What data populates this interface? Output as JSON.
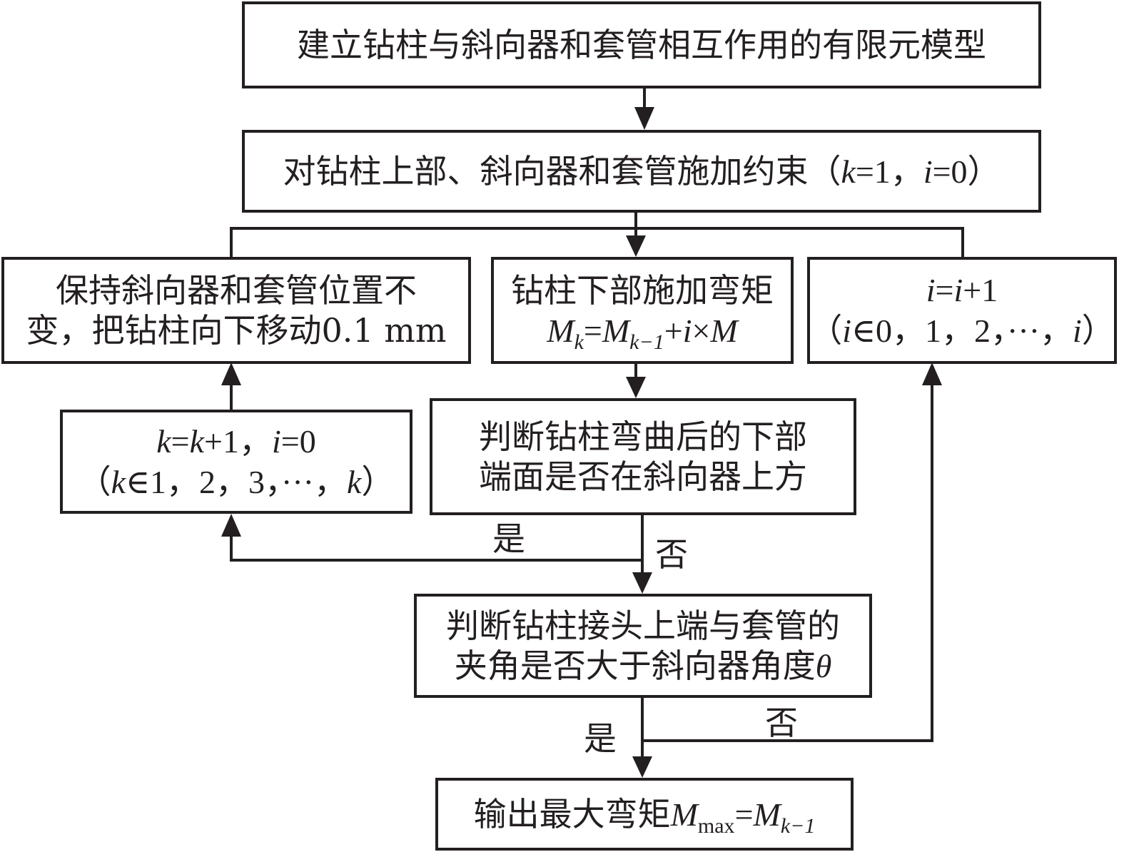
{
  "diagram": {
    "type": "flowchart",
    "nodes": {
      "build_model": {
        "text": "建立钻柱与斜向器和套管相互作用的有限元模型"
      },
      "apply_constraints": {
        "text": "对钻柱上部、斜向器和套管施加约束",
        "paren_open": "（",
        "k_var": "k",
        "k_eq": "=1，",
        "i_var": "i",
        "i_eq": "=0",
        "paren_close": "）"
      },
      "move_down": {
        "line1": "保持斜向器和套管位置不",
        "line2": "变，把钻柱向下移动0.1 mm"
      },
      "apply_moment": {
        "line1": "钻柱下部施加弯矩",
        "M": "M",
        "sub_k": "k",
        "eq": "=",
        "sub_k1": "k−1",
        "plus": "+",
        "i": "i",
        "times": "×"
      },
      "increment_i": {
        "line1_a": "i",
        "line1_b": "=",
        "line1_c": "i",
        "line1_d": "+1",
        "line2_open": "（",
        "line2_i": "i",
        "line2_mid": "∈0，1，2，···，",
        "line2_i2": "i",
        "line2_close": "）"
      },
      "increment_k": {
        "line1_k": "k",
        "line1_a": "=",
        "line1_k2": "k",
        "line1_b": "+1，",
        "line1_i": "i",
        "line1_c": "=0",
        "line2_open": "（",
        "line2_k": "k",
        "line2_mid": "∈1，2，3，···，",
        "line2_k2": "k",
        "line2_close": "）"
      },
      "check_above": {
        "line1": "判断钻柱弯曲后的下部",
        "line2": "端面是否在斜向器上方"
      },
      "check_angle": {
        "line1": "判断钻柱接头上端与套管的",
        "line2": "夹角是否大于斜向器角度",
        "theta": "θ"
      },
      "output": {
        "text": "输出最大弯矩",
        "M": "M",
        "sub_max": "max",
        "eq": "=",
        "sub_k1": "k−1"
      }
    },
    "edge_labels": {
      "above_yes": "是",
      "above_no": "否",
      "angle_yes": "是",
      "angle_no": "否"
    }
  }
}
